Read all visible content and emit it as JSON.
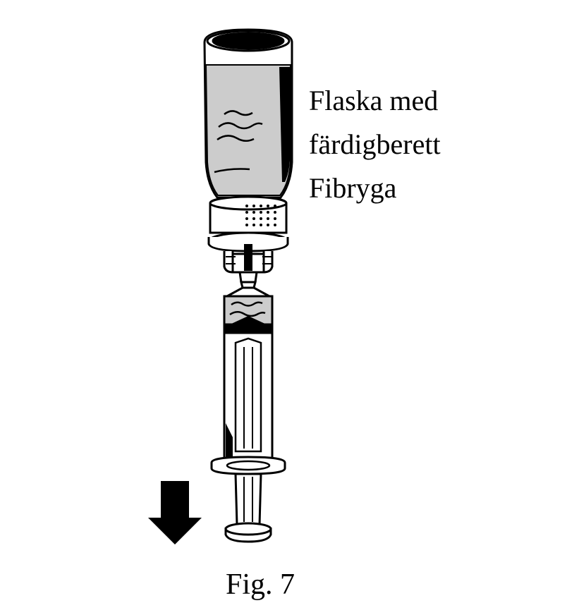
{
  "callout": {
    "line1": "Flaska med",
    "line2": "färdigberett",
    "line3": "Fibryga"
  },
  "caption": "Fig. 7",
  "icons": {
    "vial": "vial-icon",
    "adapter": "vial-adapter-icon",
    "syringe": "syringe-icon",
    "arrow": "arrow-down-icon"
  },
  "colors": {
    "line": "#000000",
    "liquid": "#cccccc",
    "background": "#ffffff"
  }
}
